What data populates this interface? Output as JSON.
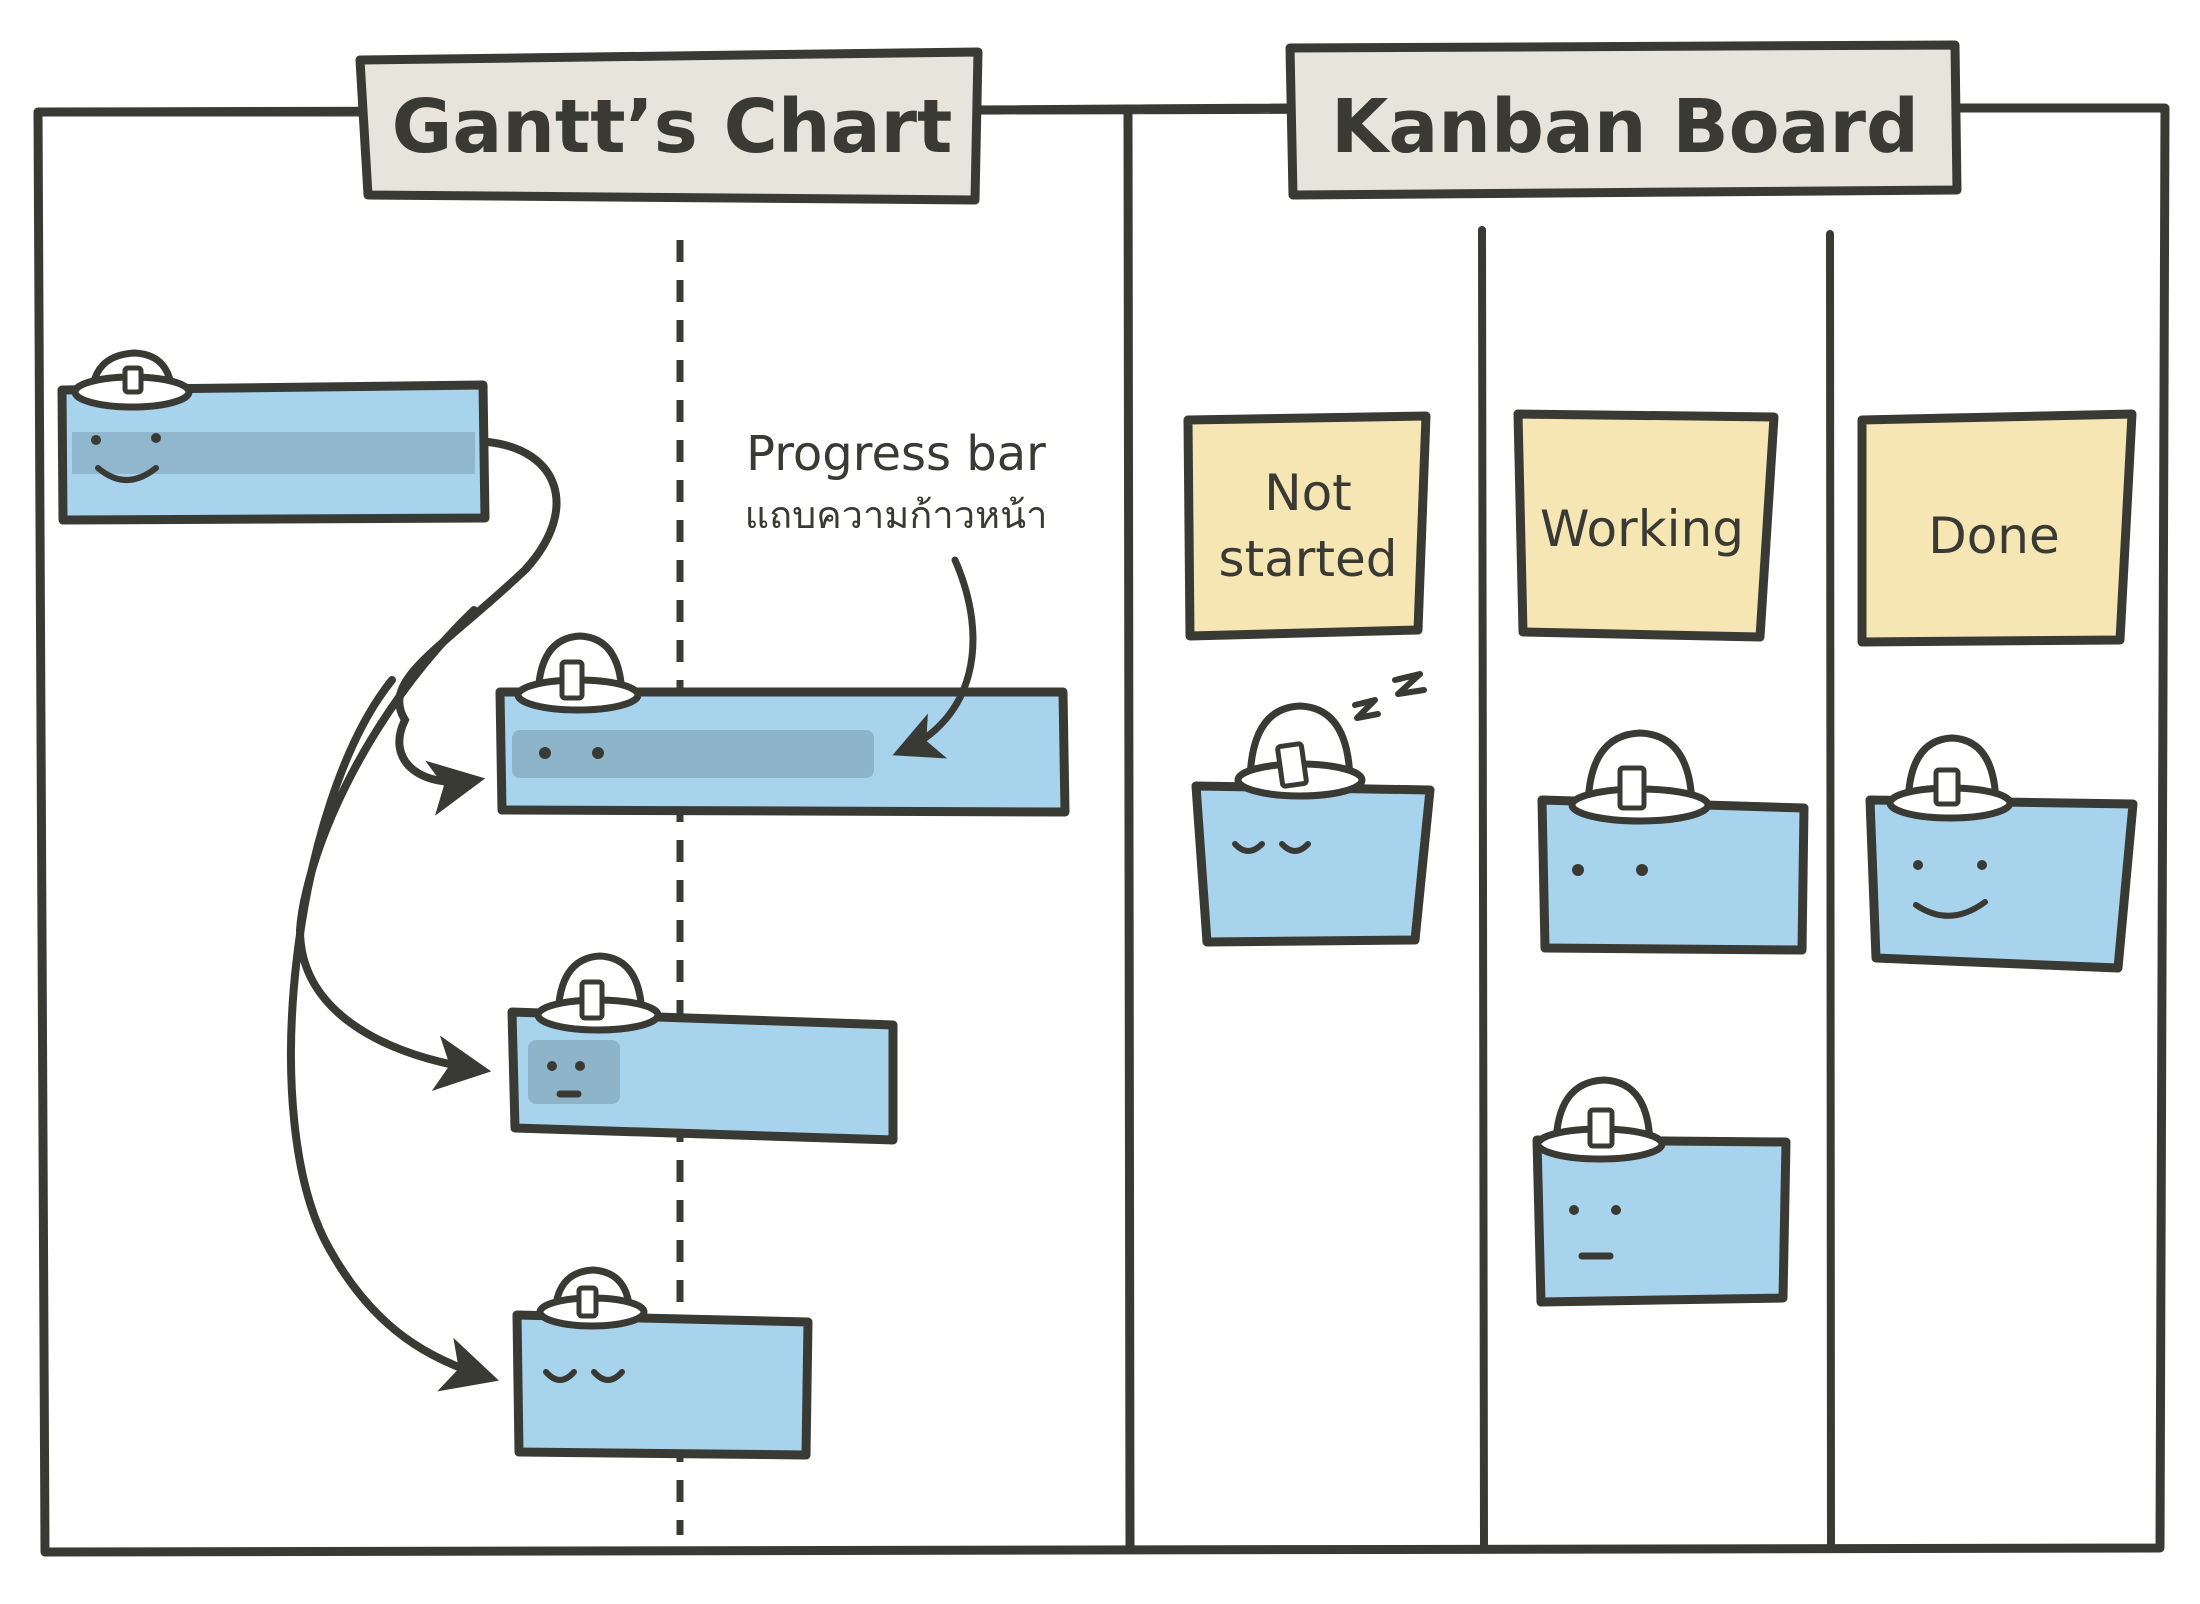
{
  "gantt": {
    "title": "Gantt’s Chart",
    "annotation_en": "Progress bar",
    "annotation_th": "แถบความก้าวหน้า"
  },
  "kanban": {
    "title": "Kanban Board",
    "columns": [
      {
        "label_lines": [
          "Not",
          "started"
        ]
      },
      {
        "label_lines": [
          "Working"
        ]
      },
      {
        "label_lines": [
          "Done"
        ]
      }
    ]
  },
  "colors": {
    "ink": "#3a3a35",
    "task_blue": "#a8d3ec",
    "task_blue_shade": "#92c1dd",
    "progress_fill": "#8aaec4",
    "header_bg": "#e6e4db",
    "sticky_note": "#f6e6b4",
    "hat_white": "#ffffff"
  },
  "icons": {
    "task": "task-character-icon",
    "hat": "hard-hat-icon",
    "sleep": "zzz-sleep-icon",
    "arrow": "dependency-arrow-icon"
  }
}
